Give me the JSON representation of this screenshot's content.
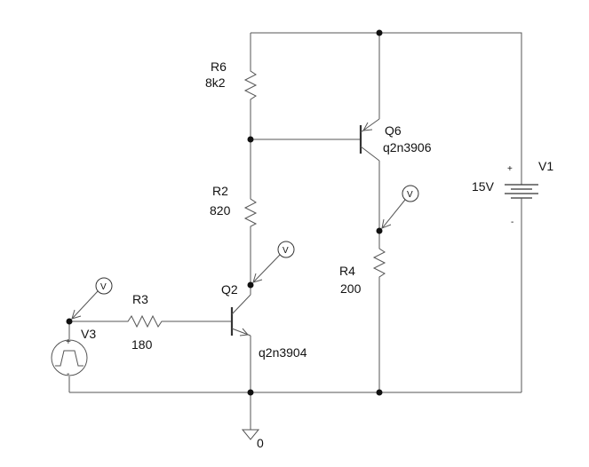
{
  "components": {
    "r6": {
      "name": "R6",
      "value": "8k2"
    },
    "r2": {
      "name": "R2",
      "value": "820"
    },
    "r3": {
      "name": "R3",
      "value": "180"
    },
    "r4": {
      "name": "R4",
      "value": "200"
    },
    "q6": {
      "name": "Q6",
      "model": "q2n3906"
    },
    "q2": {
      "name": "Q2",
      "model": "q2n3904"
    },
    "v1": {
      "name": "V1",
      "value": "15V",
      "plus": "+",
      "minus": "-"
    },
    "v3": {
      "name": "V3",
      "plus": "+",
      "minus": "-"
    },
    "ground": {
      "label": "0"
    }
  },
  "probes": {
    "label": "V"
  }
}
